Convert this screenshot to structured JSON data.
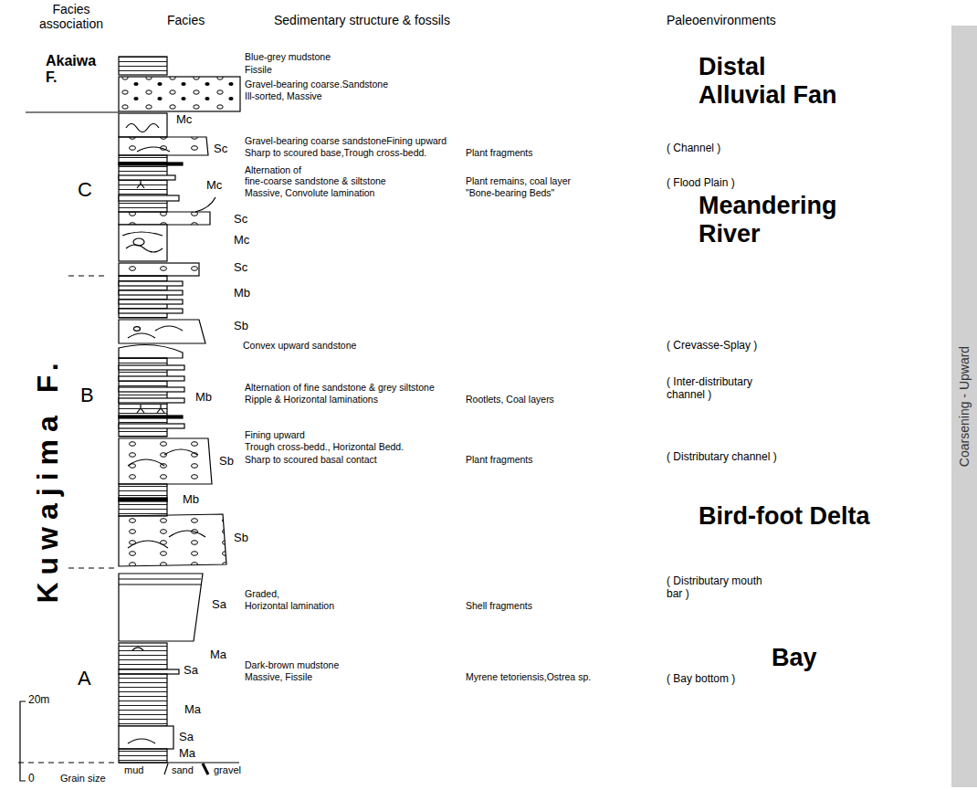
{
  "diagram": {
    "nodes": [
      {
        "text": [
          "Coarsening - Upward"
        ]
      }
    ],
    "labels": [
      "Facies association",
      "Facies",
      "Sedimentary structure & fossils",
      "Paleoenvironments",
      "Akaiwa F.",
      "Blue-grey mudstone",
      "Fissile",
      "Gravel-bearing coarse.Sandstone",
      "Ill-sorted, Massive",
      "Distal Alluvial Fan",
      "Mc",
      "Gravel-bearing coarse sandstoneFining upward",
      "Sc",
      "Sharp to scoured base,Trough cross-bedd.",
      "Plant fragments",
      "( Channel )",
      "C",
      "Alternation of",
      "fine-coarse sandstone & siltstone",
      "Mc",
      "Massive, Convolute lamination",
      "Plant remains, coal layer",
      "\"Bone-bearing Beds\"",
      "( Flood Plain )",
      "Meandering River",
      "Sc",
      "Mc",
      "Sc",
      "Mb",
      "Sb",
      "Convex upward sandstone",
      "( Crevasse-Splay )",
      "B",
      "Alternation of fine sandstone & grey siltstone",
      "Mb",
      "Ripple & Horizontal laminations",
      "Rootlets, Coal layers",
      "( Inter-distributary channel )",
      "Kuwajima F.",
      "Fining upward",
      "Trough cross-bedd., Horizontal Bedd.",
      "Sb",
      "Sharp to scoured basal contact",
      "Plant fragments",
      "( Distributary channel )",
      "Mb",
      "Bird-foot Delta",
      "Sb",
      "Graded,",
      "Sa",
      "Horizontal lamination",
      "Shell fragments",
      "( Distributary mouth bar )",
      "A",
      "Dark-brown mudstone",
      "Ma",
      "Massive, Fissile",
      "Myrene tetoriensis,Ostrea sp.",
      "Bay",
      "( Bay bottom )",
      "Sa",
      "Ma",
      "Sa",
      "Ma",
      "20m",
      "0",
      "Grain size",
      "mud",
      "sand",
      "gravel"
    ]
  }
}
